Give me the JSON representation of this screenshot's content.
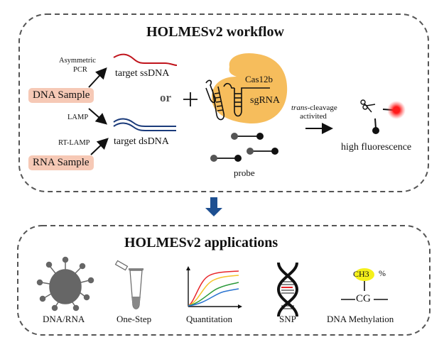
{
  "workflow": {
    "title": "HOLMESv2 workflow",
    "samples": {
      "dna": "DNA Sample",
      "rna": "RNA Sample"
    },
    "methods": {
      "asymmetric_pcr_line1": "Asymmetric",
      "asymmetric_pcr_line2": "PCR",
      "lamp": "LAMP",
      "rt_lamp": "RT-LAMP"
    },
    "targets": {
      "ssdna": "target ssDNA",
      "dsdna": "target dsDNA"
    },
    "or_label": "or",
    "plus_label": "+",
    "enzyme": "Cas12b",
    "guide": "sgRNA",
    "probe_label": "probe",
    "cleavage_italic": "trans",
    "cleavage_rest": "-cleavage",
    "activated": "activited",
    "result": "high fluorescence"
  },
  "applications": {
    "title": "HOLMESv2 applications",
    "items": [
      {
        "label": "DNA/RNA",
        "icon": "virus-icon"
      },
      {
        "label": "One-Step",
        "icon": "tube-icon"
      },
      {
        "label": "Quantitation",
        "icon": "amplification-curve-icon"
      },
      {
        "label": "SNP",
        "icon": "dna-helix-icon"
      },
      {
        "label": "DNA Methylation",
        "icon": "methylation-icon"
      }
    ],
    "methyl_group": "CH3",
    "percent": "%",
    "cg": "CG"
  },
  "colors": {
    "sample_bg": "#f6c9b6",
    "ssdna": "#c0141c",
    "dsdna": "#1a3a7a",
    "cas_body": "#f6bd5c",
    "arrow_blue": "#1d4f91",
    "fluor_red": "#ff1a1a",
    "ch3_highlight": "#f5f01a"
  }
}
